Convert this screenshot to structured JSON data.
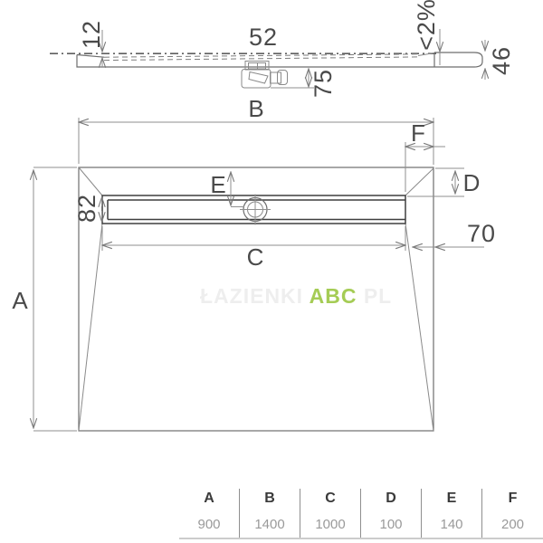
{
  "drawing": {
    "section_view": {
      "edge_thickness": "12",
      "grate_width": "52",
      "slope": "<2%",
      "tray_height": "46",
      "trap_depth": "75"
    },
    "plan_view": {
      "length_label": "A",
      "width_label": "B",
      "channel_length_label": "C",
      "d_label": "D",
      "e_label": "E",
      "f_label": "F",
      "channel_width": "82",
      "rim_offset": "70"
    },
    "watermark": {
      "prefix": "ŁAZIENKI",
      "brand": "ABC",
      "suffix": "PL",
      "brand_color": "#a5cc55"
    }
  },
  "dimensions_table": {
    "columns": [
      {
        "label": "A",
        "value": "900"
      },
      {
        "label": "B",
        "value": "1400"
      },
      {
        "label": "C",
        "value": "1000"
      },
      {
        "label": "D",
        "value": "100"
      },
      {
        "label": "E",
        "value": "140"
      },
      {
        "label": "F",
        "value": "200"
      }
    ]
  }
}
